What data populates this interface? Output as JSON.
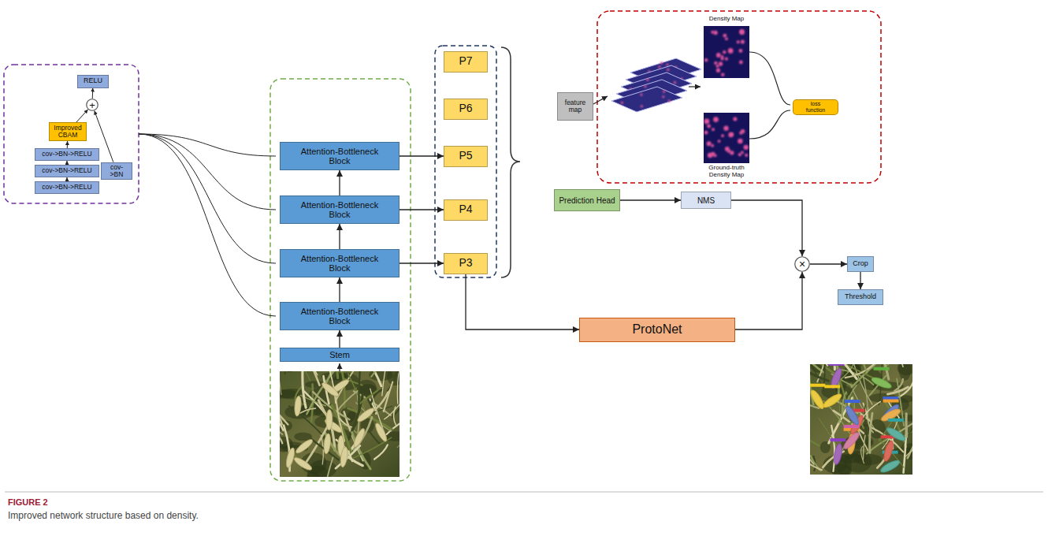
{
  "diagram": {
    "title": "FIGURE 2",
    "caption": "Improved network structure based on density.",
    "nodes": [
      {
        "text": [
          "RELU"
        ]
      },
      {
        "text": [
          "+"
        ]
      },
      {
        "text": [
          "Improved CBAM"
        ]
      },
      {
        "text": [
          "cov->BN->RELU"
        ]
      },
      {
        "text": [
          "cov->BN->RELU"
        ]
      },
      {
        "text": [
          "cov->BN->RELU"
        ]
      },
      {
        "text": [
          "cov->BN"
        ]
      },
      {
        "text": [
          "Attention-Bottleneck Block"
        ]
      },
      {
        "text": [
          "Attention-Bottleneck Block"
        ]
      },
      {
        "text": [
          "Attention-Bottleneck Block"
        ]
      },
      {
        "text": [
          "Attention-Bottleneck Block"
        ]
      },
      {
        "text": [
          "Stem"
        ]
      },
      {
        "text": [
          "P7"
        ]
      },
      {
        "text": [
          "P6"
        ]
      },
      {
        "text": [
          "P5"
        ]
      },
      {
        "text": [
          "P4"
        ]
      },
      {
        "text": [
          "P3"
        ]
      },
      {
        "text": [
          "feature map"
        ]
      },
      {
        "text": [
          "loss function"
        ]
      },
      {
        "text": [
          "Prediction Head"
        ]
      },
      {
        "text": [
          "NMS"
        ]
      },
      {
        "text": [
          "ProtoNet"
        ]
      },
      {
        "text": [
          "×"
        ]
      },
      {
        "text": [
          "Crop"
        ]
      },
      {
        "text": [
          "Threshold"
        ]
      }
    ],
    "edges": [
      {
        "from": 5,
        "to": 4,
        "arrow": "to"
      },
      {
        "from": 4,
        "to": 3,
        "arrow": "to"
      },
      {
        "from": 3,
        "to": 2,
        "arrow": "to"
      },
      {
        "from": 2,
        "to": 1,
        "arrow": "to"
      },
      {
        "from": 6,
        "to": 1,
        "arrow": "to"
      },
      {
        "from": 1,
        "to": 0,
        "arrow": "to"
      },
      {
        "from": 11,
        "to": 10,
        "arrow": "to"
      },
      {
        "from": 10,
        "to": 9,
        "arrow": "to"
      },
      {
        "from": 9,
        "to": 8,
        "arrow": "to"
      },
      {
        "from": 8,
        "to": 7,
        "arrow": "to"
      },
      {
        "from": 9,
        "to": 16,
        "arrow": "to"
      },
      {
        "from": 8,
        "to": 15,
        "arrow": "to"
      },
      {
        "from": 7,
        "to": 14,
        "arrow": "to"
      },
      {
        "from": 16,
        "to": 21,
        "arrow": "to"
      },
      {
        "from": 19,
        "to": 20,
        "arrow": "to"
      },
      {
        "from": 20,
        "to": 22,
        "arrow": "to"
      },
      {
        "from": 21,
        "to": 22,
        "arrow": "to"
      },
      {
        "from": 22,
        "to": 23,
        "arrow": "to"
      },
      {
        "from": 23,
        "to": 24,
        "arrow": "to"
      }
    ],
    "labels": [
      "Density Map",
      "Ground-truth Density Map"
    ]
  }
}
